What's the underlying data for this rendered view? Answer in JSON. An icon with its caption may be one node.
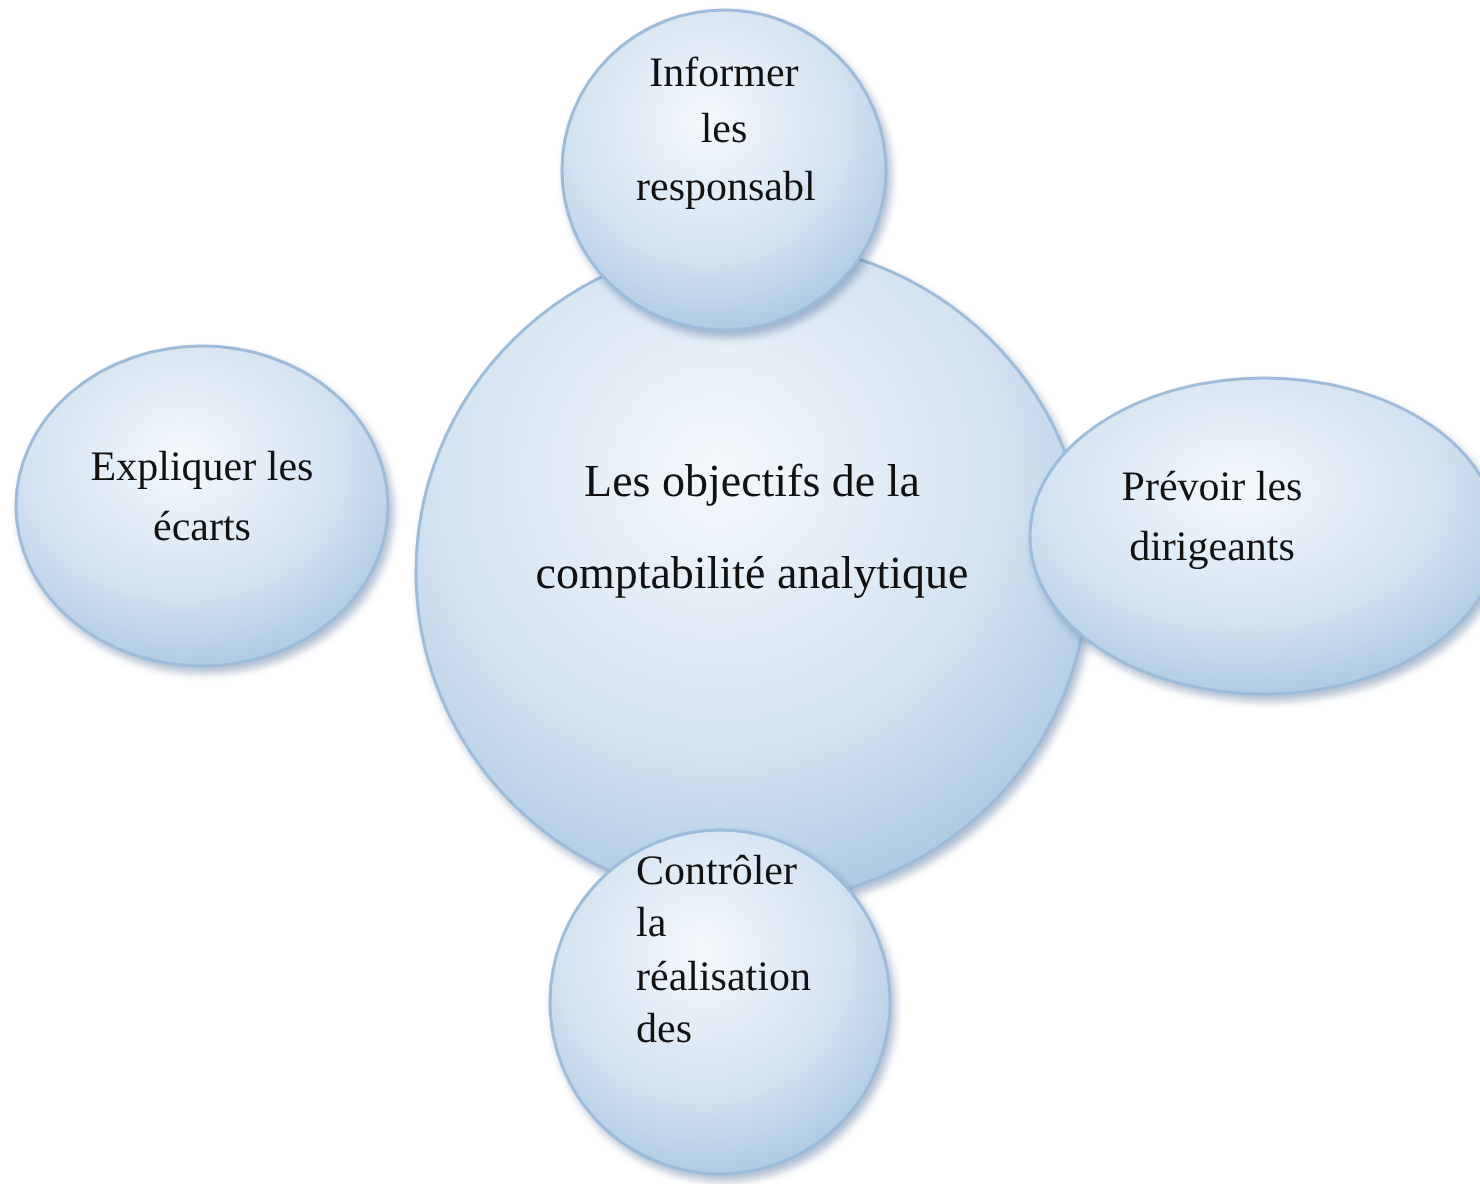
{
  "diagram": {
    "nodes": [
      {
        "text": [
          "Informer les responsabl"
        ]
      },
      {
        "text": [
          "Expliquer les écarts"
        ]
      },
      {
        "text": [
          "Les objectifs de la comptabilité analytique"
        ]
      },
      {
        "text": [
          "Prévoir les dirigeants"
        ]
      },
      {
        "text": [
          "Contrôler la réalisation des"
        ]
      }
    ]
  }
}
